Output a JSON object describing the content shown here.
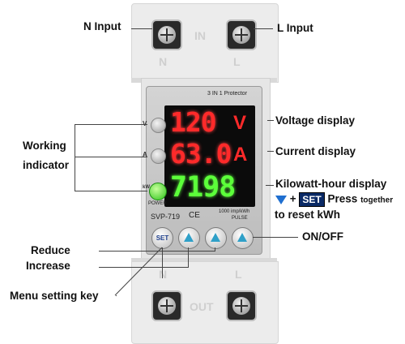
{
  "labels": {
    "n_input": "N Input",
    "l_input": "L Input",
    "voltage_display": "Voltage display",
    "current_display": "Current display",
    "kwh_display": "Kilowatt-hour display",
    "press_together": "Press",
    "press_together_small": "together",
    "plus_sign": "+",
    "reset_kwh": "to reset kWh",
    "working": "Working",
    "indicator": "indicator",
    "reduce": "Reduce",
    "increase": "Increase",
    "menu_setting_key": "Menu setting key",
    "on_off": "ON/OFF"
  },
  "device": {
    "engraving_in": "IN",
    "engraving_out": "OUT",
    "engraving_n": "N",
    "engraving_l": "L",
    "panel_title": "3 IN 1 Protector",
    "model": "SVP-719",
    "ce_mark": "CE",
    "pulse_info": "1000 imp/kWh",
    "pulse_label": "PULSE",
    "power_label": "POWER",
    "row_letter_v": "V",
    "row_letter_a": "A",
    "row_letter_kwh": "kW",
    "voltage_value": "120",
    "voltage_unit": "V",
    "current_value": "63.0",
    "current_unit": "A",
    "kwh_value": "7198",
    "set_button_label": "SET"
  },
  "badge": {
    "set": "SET"
  },
  "colors": {
    "segment_red": "#ff2a2a",
    "segment_green": "#5cff3a",
    "led_on": "#2ec41a",
    "arrow_blue": "#2fa0c8",
    "set_badge": "#0a2a66"
  }
}
